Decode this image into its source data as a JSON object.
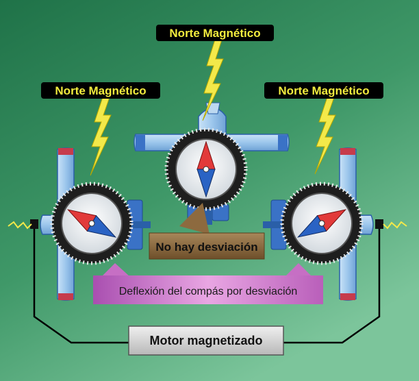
{
  "labels": {
    "north_left": "Norte Magnético",
    "north_center": "Norte Magnético",
    "north_right": "Norte Magnético",
    "no_deviation": "No hay desviación",
    "compass_deflection": "Deflexión del compás por desviación",
    "magnetized_engine": "Motor magnetizado"
  },
  "colors": {
    "background_top": "#1f7248",
    "background_bottom": "#7cc59b",
    "aircraft_body": "#9cc6ec",
    "aircraft_outline": "#2a5fa8",
    "wingtip": "#c63b4c",
    "engine_block": "#3a72c6",
    "compass_bezel": "#2a2a2a",
    "needle_north": "#e23a3a",
    "needle_south": "#2a63c4",
    "lightning": "#f3e94a",
    "north_label_bg": "#000000",
    "north_label_text": "#f3ec3e",
    "no_deviation_bg": "#8d6a3f",
    "deflection_bg": "#c66fc4",
    "motor_label_bg": "#d3d3d3"
  }
}
